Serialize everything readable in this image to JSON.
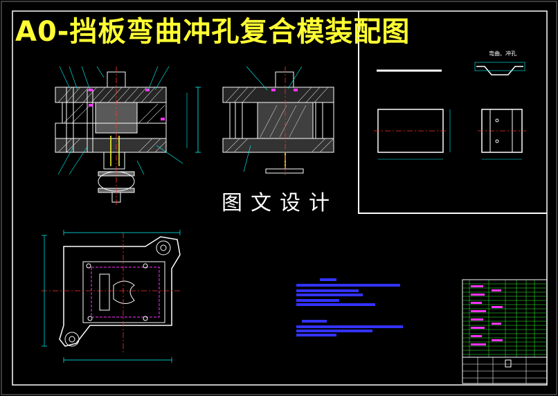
{
  "drawing": {
    "title": "A0-挡板弯曲冲孔复合模装配图",
    "watermark": "图文设计",
    "part_label": "弯曲、冲孔"
  },
  "colors": {
    "background": "#000000",
    "frame": "#ffffff",
    "title": "#ffff33",
    "dimension": "#00ffff",
    "center_line": "#ff3333",
    "hidden_line": "#ff33ff",
    "bom_table": "#33ff33",
    "notes": "#3333ff"
  }
}
